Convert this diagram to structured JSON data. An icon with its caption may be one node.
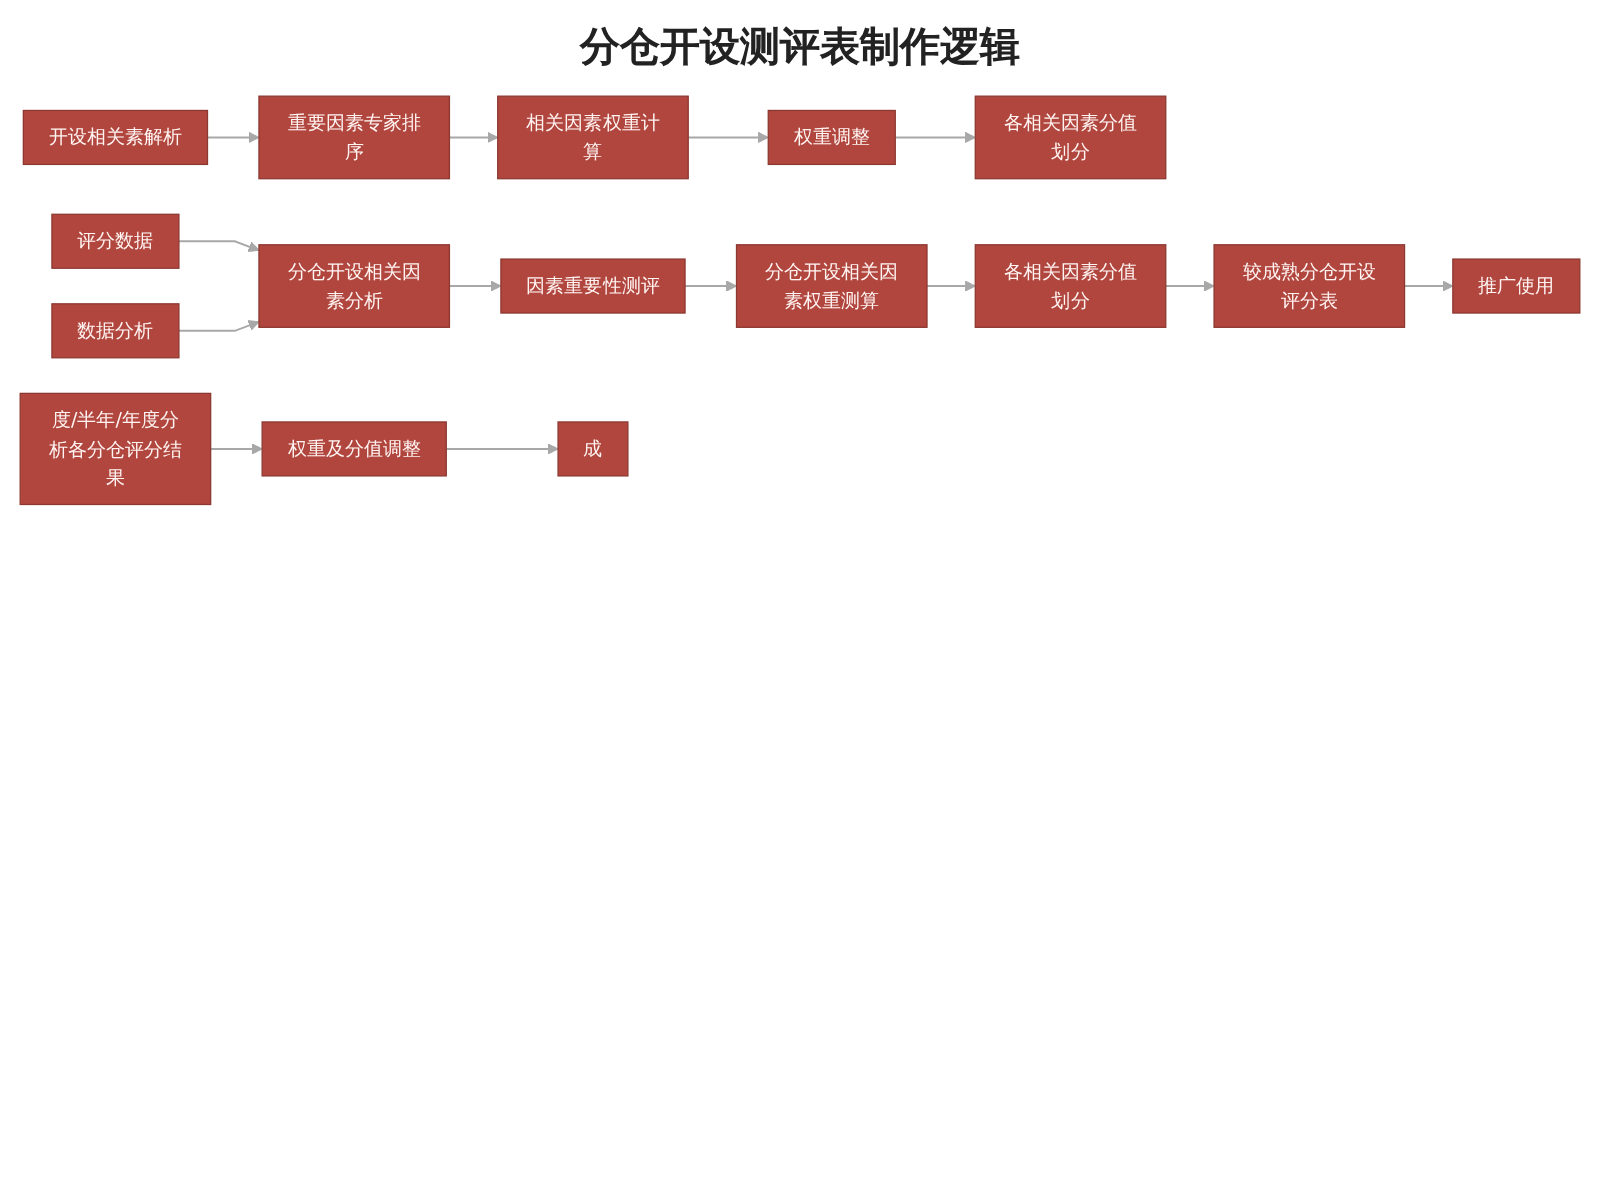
{
  "diagram": {
    "title": "分仓开设测评表制作逻辑",
    "nodes": [
      {
        "text": [
          "开设相关素解析"
        ]
      },
      {
        "text": [
          "重要因素专家排序"
        ]
      },
      {
        "text": [
          "相关因素权重计算"
        ]
      },
      {
        "text": [
          "权重调整"
        ]
      },
      {
        "text": [
          "各相关因素分值划分"
        ]
      },
      {
        "text": [
          "评分数据"
        ]
      },
      {
        "text": [
          "分仓开设相关因素分析"
        ]
      },
      {
        "text": [
          "因素重要性测评"
        ]
      },
      {
        "text": [
          "分仓开设相关因素权重测算"
        ]
      },
      {
        "text": [
          "数据分析"
        ]
      },
      {
        "text": [
          "推广使用"
        ]
      },
      {
        "text": [
          "较成熟分仓开设评分表"
        ]
      },
      {
        "text": [
          "各相关因素分值划分"
        ]
      },
      {
        "text": [
          "度/半年/年度分析各分仓评分结果"
        ]
      },
      {
        "text": [
          "权重及分值调整"
        ]
      },
      {
        "text": [
          "成"
        ]
      }
    ],
    "edges": [
      {
        "from": 0,
        "to": 1,
        "arrow": "to"
      },
      {
        "from": 1,
        "to": 2,
        "arrow": "to"
      },
      {
        "from": 2,
        "to": 3,
        "arrow": "to"
      },
      {
        "from": 3,
        "to": 4,
        "arrow": "to"
      },
      {
        "from": 5,
        "to": 6,
        "arrow": "to"
      },
      {
        "from": 9,
        "to": 6,
        "arrow": "to"
      },
      {
        "from": 6,
        "to": 7,
        "arrow": "to"
      },
      {
        "from": 7,
        "to": 8,
        "arrow": "to"
      },
      {
        "from": 8,
        "to": 12,
        "arrow": "to"
      },
      {
        "from": 12,
        "to": 11,
        "arrow": "to"
      },
      {
        "from": 11,
        "to": 10,
        "arrow": "to"
      },
      {
        "from": 13,
        "to": 14,
        "arrow": "to"
      },
      {
        "from": 14,
        "to": 15,
        "arrow": "to"
      }
    ]
  }
}
